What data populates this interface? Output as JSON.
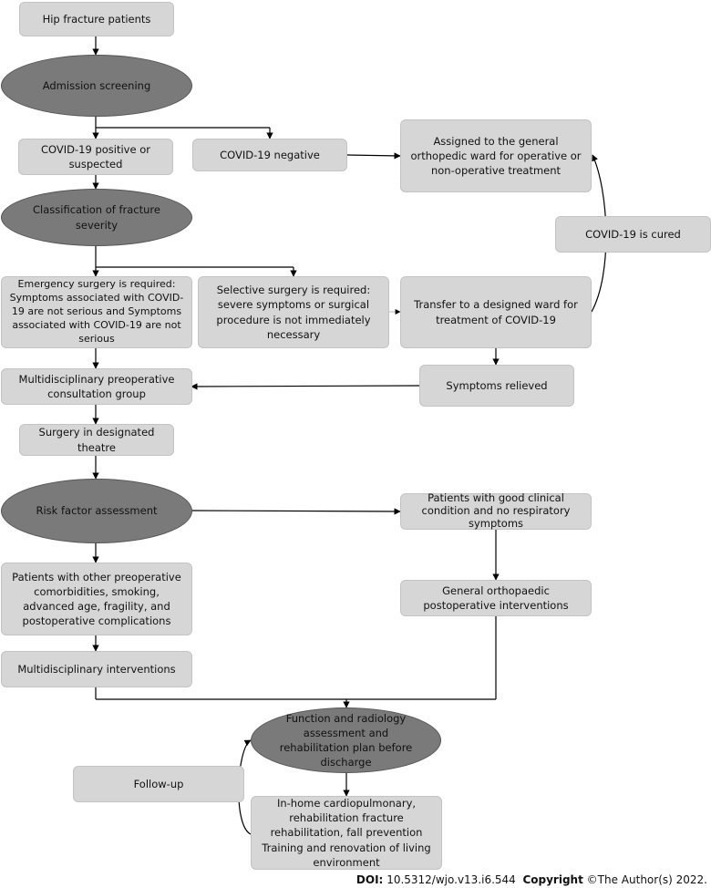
{
  "nodes": {
    "hip": "Hip fracture patients",
    "admission": "Admission screening",
    "covid_pos": "COVID-19 positive or suspected",
    "covid_neg": "COVID-19 negative",
    "general_ward": "Assigned to the general orthopedic ward for operative or non-operative treatment",
    "covid_cured": "COVID-19 is cured",
    "classification": "Classification of fracture severity",
    "emergency": "Emergency surgery is required: Symptoms associated with COVID-19 are not serious and Symptoms associated with COVID-19 are not serious",
    "selective": "Selective surgery is required: severe symptoms or surgical procedure is not immediately necessary",
    "transfer": "Transfer to a designed ward for treatment of COVID-19",
    "symptoms_relieved": "Symptoms relieved",
    "multidisc_consult": "Multidisciplinary preoperative consultation group",
    "surgery": "Surgery in designated theatre",
    "risk": "Risk factor assessment",
    "good_condition": "Patients with good clinical condition and no respiratory symptoms",
    "comorbidities": "Patients with other preoperative comorbidities, smoking, advanced age, fragility, and postoperative complications",
    "general_postop": "General orthopaedic postoperative interventions",
    "multidisc_interv": "Multidisciplinary interventions",
    "function": "Function and radiology assessment and rehabilitation plan before discharge",
    "followup": "Follow-up",
    "inhome": "In-home cardiopulmonary, rehabilitation fracture rehabilitation, fall prevention Training and renovation of living environment"
  },
  "footer": {
    "doi_label": "DOI:",
    "doi_value": "10.5312/wjo.v13.i6.544",
    "copyright_label": "Copyright",
    "copyright_value": "©The Author(s) 2022."
  },
  "colors": {
    "box_fill": "#d6d6d6",
    "ellipse_fill": "#7a7a7a",
    "line": "#000000"
  }
}
